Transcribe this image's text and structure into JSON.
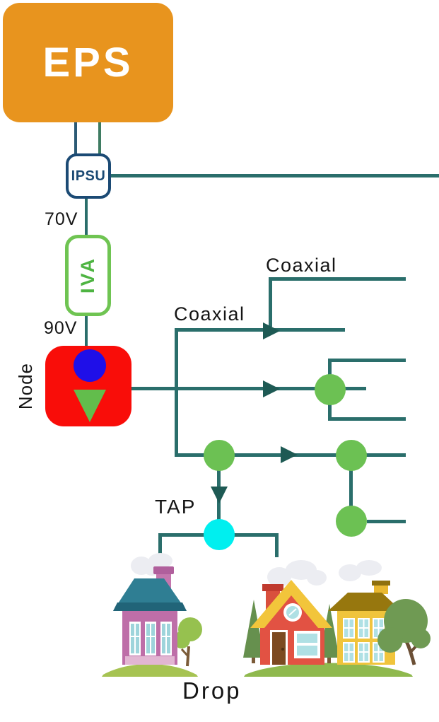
{
  "labels": {
    "eps": "EPS",
    "ipsu": "IPSU",
    "voltage_in": "70V",
    "iva": "IVA",
    "voltage_out": "90V",
    "node": "Node",
    "coaxial_upper": "Coaxial",
    "coaxial_lower": "Coaxial",
    "tap": "TAP",
    "drop": "Drop"
  },
  "palette": {
    "eps_orange": "#E8941E",
    "line_teal": "#2A6E6B",
    "arrow_teal": "#1E5A54",
    "power_line_blue": "#2C5A75",
    "power_line_green": "#3F7C62",
    "ipsu_navy": "#1B4A74",
    "iva_green": "#6FC452",
    "node_red": "#F90D09",
    "node_blue": "#1F0FE8",
    "node_triangle_green": "#62BD4C",
    "splitter_green": "#6CC153",
    "tap_cyan": "#00EFEF",
    "label_black": "#151515"
  }
}
